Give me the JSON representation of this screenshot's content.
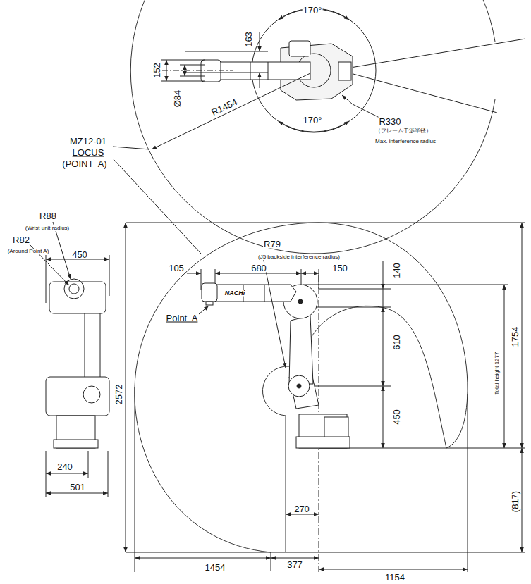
{
  "diagram": {
    "labels": [
      "170°",
      "163",
      "152",
      "Ø84",
      "R1454",
      "170°",
      "R330",
      "（フレーム干渉半径）",
      "Max. interference radius",
      "MZ12-01",
      "LOCUS",
      "(POINT  A)",
      "R88",
      "(Wrist unit radius)",
      "R82",
      "(Around Point A)",
      "450",
      "R79",
      "(J5 backside interference radius)",
      "105",
      "680",
      "150",
      "140",
      "Point  A",
      "NACHi",
      "610",
      "1754",
      "Total height 1277",
      "2572",
      "450",
      "240",
      "501",
      "(817)",
      "270",
      "1454",
      "377",
      "1154"
    ]
  }
}
